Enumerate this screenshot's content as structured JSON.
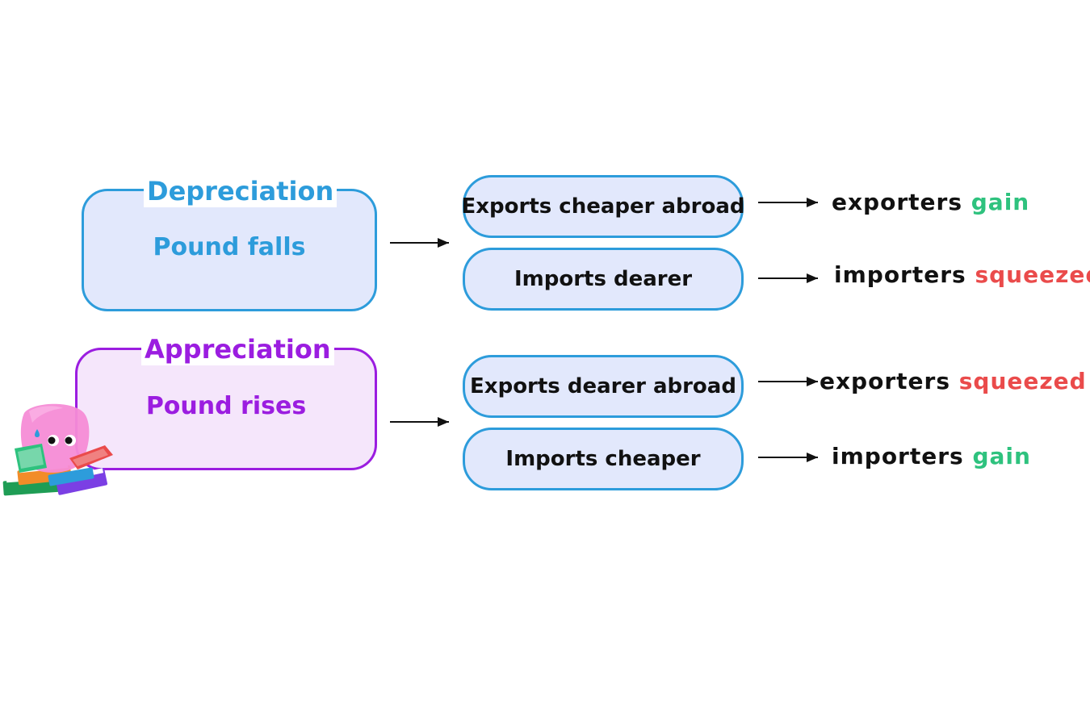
{
  "depreciation": {
    "title": "Depreciation",
    "label": "Pound falls",
    "effects": [
      {
        "text": "Exports cheaper abroad",
        "outcome_subject": "exporters",
        "outcome_result": "gain"
      },
      {
        "text": "Imports dearer",
        "outcome_subject": "importers",
        "outcome_result": "squeezed"
      }
    ]
  },
  "appreciation": {
    "title": "Appreciation",
    "label": "Pound rises",
    "effects": [
      {
        "text": "Exports dearer abroad",
        "outcome_subject": "exporters",
        "outcome_result": "squeezed"
      },
      {
        "text": "Imports cheaper",
        "outcome_subject": "importers",
        "outcome_result": "gain"
      }
    ]
  },
  "colors": {
    "depreciation_accent": "#2d9cdb",
    "depreciation_fill": "#e2e8fc",
    "appreciation_accent": "#9b1de0",
    "appreciation_fill": "#f5e6fb",
    "gain": "#2ec27e",
    "squeezed": "#ea4b4b"
  },
  "mascot": {
    "icon": "pink-blob-reading-books-icon"
  }
}
